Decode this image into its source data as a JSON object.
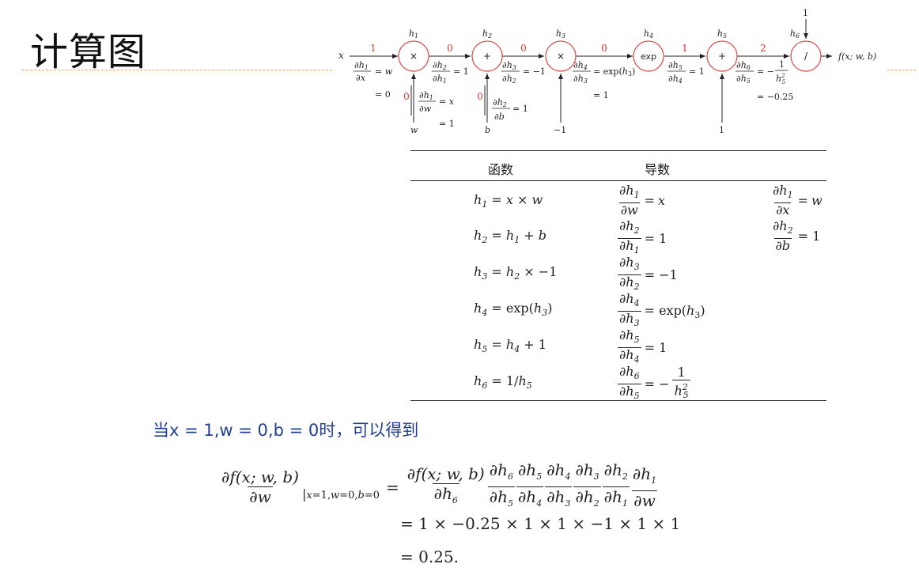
{
  "title": "计算图",
  "graph": {
    "input_x": "x",
    "output": "f(x; w, b)",
    "nodes": [
      {
        "id": "h1",
        "op": "×"
      },
      {
        "id": "h2",
        "op": "+"
      },
      {
        "id": "h3",
        "op": "×"
      },
      {
        "id": "h4",
        "op": "exp"
      },
      {
        "id": "h5",
        "op": "+"
      },
      {
        "id": "h6",
        "op": "/"
      }
    ],
    "forward_values": [
      "1",
      "0",
      "0",
      "0",
      "1",
      "2"
    ],
    "side_inputs": [
      {
        "label": "w",
        "value": "0"
      },
      {
        "label": "b",
        "value": "0"
      },
      {
        "label": "−1"
      },
      {
        "label": "1"
      },
      {
        "label": "1"
      }
    ],
    "edge_derivatives": [
      "∂h1/∂x = w = 0",
      "∂h2/∂h1 = 1",
      "∂h3/∂h2 = −1",
      "∂h4/∂h3 = exp(h3) = 1",
      "∂h5/∂h4 = 1",
      "∂h6/∂h5 = −1/h5² = −0.25",
      "∂h1/∂w = x = 1",
      "∂h2/∂b = 1"
    ],
    "colors": {
      "node": "#d9534f",
      "value": "#d9342b",
      "line": "#222222",
      "dash": "#e8a05a"
    }
  },
  "table": {
    "headers": [
      "函数",
      "导数"
    ],
    "rows": [
      {
        "fn": "h1 = x × w",
        "d1": "∂h1/∂w = x",
        "d2": "∂h1/∂x = w"
      },
      {
        "fn": "h2 = h1 + b",
        "d1": "∂h2/∂h1 = 1",
        "d2": "∂h2/∂b = 1"
      },
      {
        "fn": "h3 = h2 × −1",
        "d1": "∂h3/∂h2 = −1"
      },
      {
        "fn": "h4 = exp(h3)",
        "d1": "∂h4/∂h3 = exp(h3)"
      },
      {
        "fn": "h5 = h4 + 1",
        "d1": "∂h5/∂h4 = 1"
      },
      {
        "fn": "h6 = 1/h5",
        "d1": "∂h6/∂h5 = −1/h5²"
      }
    ]
  },
  "condition": "当x = 1,w = 0,b = 0时，可以得到",
  "result": {
    "lhs": "∂f(x;w,b)/∂w |x=1,w=0,b=0",
    "chain": "= ∂f(x;w,b)/∂h6 · ∂h6/∂h5 · ∂h5/∂h4 · ∂h4/∂h3 · ∂h3/∂h2 · ∂h2/∂h1 · ∂h1/∂w",
    "line2": "= 1 × −0.25 × 1 × 1 × −1 × 1 × 1",
    "line3": "= 0.25."
  }
}
